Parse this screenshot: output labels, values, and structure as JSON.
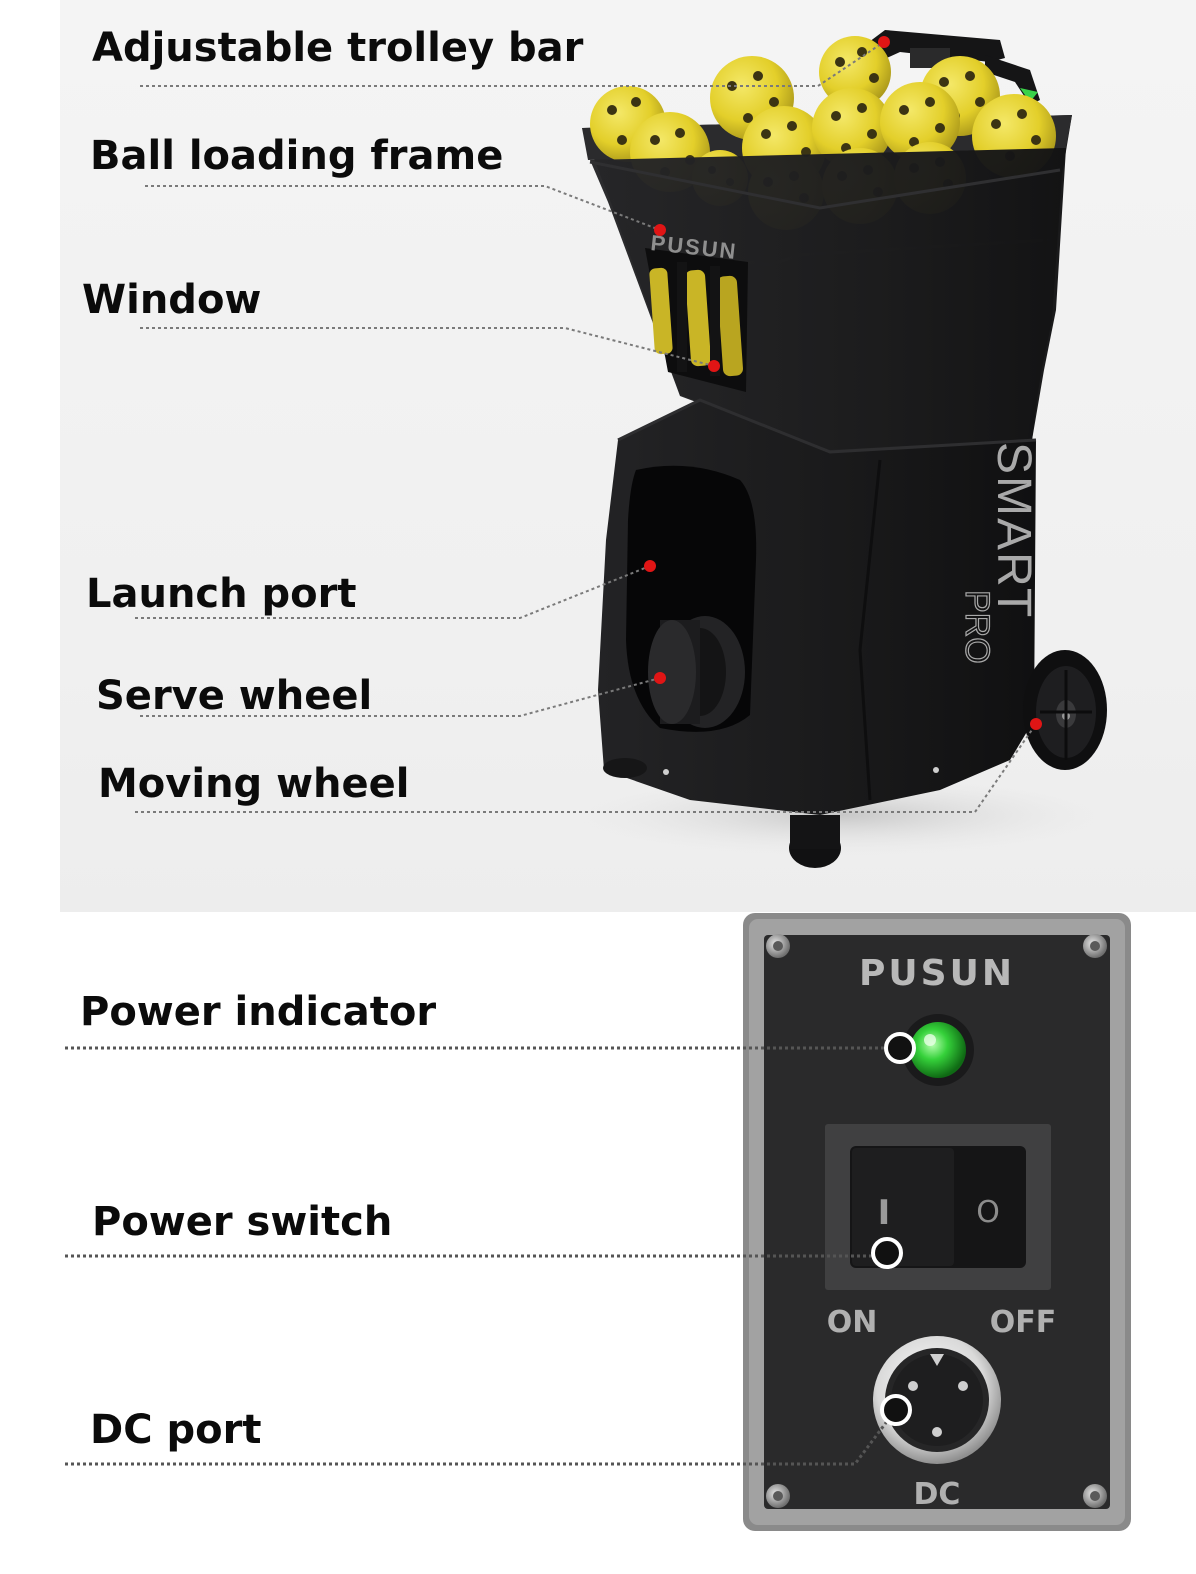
{
  "labels": {
    "trolley_bar": "Adjustable trolley bar",
    "ball_frame": "Ball loading frame",
    "window": "Window",
    "launch_port": "Launch port",
    "serve_wheel": "Serve wheel",
    "moving_wheel": "Moving wheel",
    "power_indicator": "Power indicator",
    "power_switch": "Power switch",
    "dc_port": "DC port"
  },
  "machine": {
    "brand_logo": "PUSUN",
    "model_text": "SMART",
    "model_suffix": "PRO"
  },
  "control_panel": {
    "brand_logo": "PUSUN",
    "switch_on_symbol": "I",
    "switch_off_symbol": "O",
    "on_label": "ON",
    "off_label": "OFF",
    "dc_label": "DC"
  },
  "colors": {
    "machine_body": "#1a1a1b",
    "ball_yellow": "#e3cf2a",
    "callout_dot_red": "#e01515",
    "indicator_green": "#35d13a",
    "panel_frame": "#8a8a8a"
  }
}
